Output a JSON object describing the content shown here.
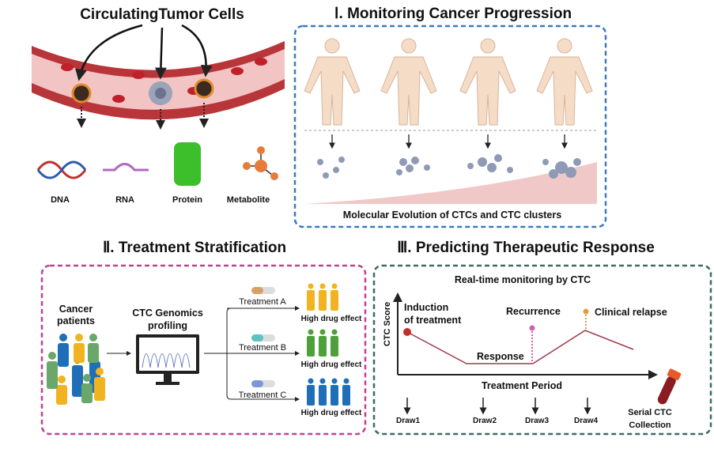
{
  "ctc": {
    "title": "CirculatingTumor Cells",
    "molecules": [
      "DNA",
      "RNA",
      "Protein",
      "Metabolite"
    ]
  },
  "section1": {
    "title": "Ⅰ. Monitoring Cancer Progression",
    "caption": "Molecular Evolution of CTCs and CTC clusters",
    "color": "#3a7bbf"
  },
  "section2": {
    "title": "Ⅱ. Treatment Stratification",
    "color": "#c2418f",
    "patients": "Cancer patients",
    "profiling": "CTC Genomics profiling",
    "treatments": [
      {
        "label": "Treatment A",
        "effect": "High drug effect",
        "color": "#f2b320",
        "pill": "#d9a066"
      },
      {
        "label": "Treatment B",
        "effect": "High drug effect",
        "color": "#4ea03a",
        "pill": "#5cc2c2"
      },
      {
        "label": "Treatment C",
        "effect": "High drug effect",
        "color": "#1f6fb8",
        "pill": "#7d96d6"
      }
    ]
  },
  "section3": {
    "title": "Ⅲ. Predicting Therapeutic Response",
    "color": "#3d6b66",
    "chart_title": "Real-time monitoring by CTC",
    "ylabel": "CTC Score",
    "xlabel": "Treatment Period",
    "induction": "Induction",
    "induction2": "of treatment",
    "recurrence": "Recurrence",
    "relapse": "Clinical relapse",
    "response": "Response",
    "draws": [
      "Draw1",
      "Draw2",
      "Draw3",
      "Draw4"
    ],
    "serial1": "Serial CTC",
    "serial2": "Collection"
  }
}
